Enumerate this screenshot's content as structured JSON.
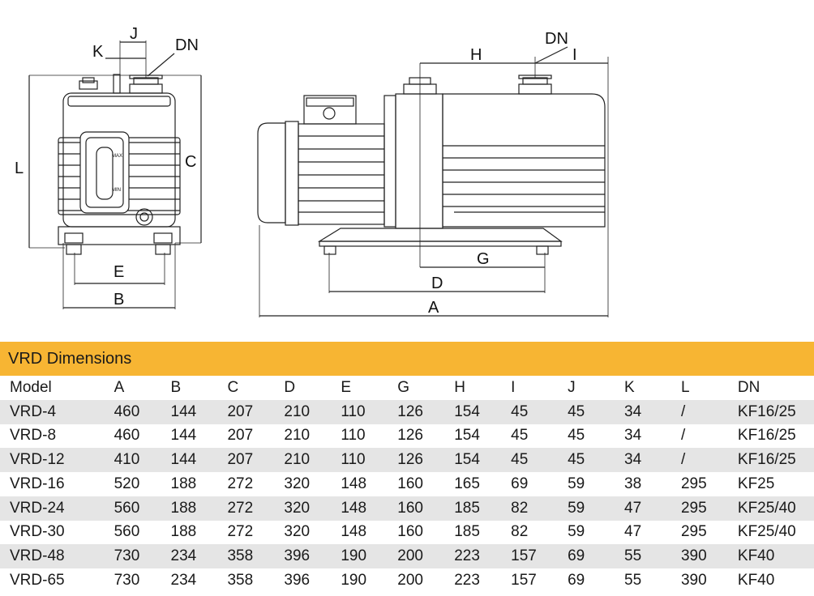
{
  "drawing": {
    "labels": {
      "K": "K",
      "J": "J",
      "DN_left": "DN",
      "L": "L",
      "C": "C",
      "E": "E",
      "B": "B",
      "H": "H",
      "DN_right": "DN",
      "I": "I",
      "G": "G",
      "D": "D",
      "A": "A",
      "MAX": "MAX",
      "MIN": "MIN"
    }
  },
  "table": {
    "title": "VRD Dimensions",
    "columns": [
      "Model",
      "A",
      "B",
      "C",
      "D",
      "E",
      "G",
      "H",
      "I",
      "J",
      "K",
      "L",
      "DN"
    ],
    "rows": [
      [
        "VRD-4",
        "460",
        "144",
        "207",
        "210",
        "110",
        "126",
        "154",
        "45",
        "45",
        "34",
        "/",
        "KF16/25"
      ],
      [
        "VRD-8",
        "460",
        "144",
        "207",
        "210",
        "110",
        "126",
        "154",
        "45",
        "45",
        "34",
        "/",
        "KF16/25"
      ],
      [
        "VRD-12",
        "410",
        "144",
        "207",
        "210",
        "110",
        "126",
        "154",
        "45",
        "45",
        "34",
        "/",
        "KF16/25"
      ],
      [
        "VRD-16",
        "520",
        "188",
        "272",
        "320",
        "148",
        "160",
        "165",
        "69",
        "59",
        "38",
        "295",
        "KF25"
      ],
      [
        "VRD-24",
        "560",
        "188",
        "272",
        "320",
        "148",
        "160",
        "185",
        "82",
        "59",
        "47",
        "295",
        "KF25/40"
      ],
      [
        "VRD-30",
        "560",
        "188",
        "272",
        "320",
        "148",
        "160",
        "185",
        "82",
        "59",
        "47",
        "295",
        "KF25/40"
      ],
      [
        "VRD-48",
        "730",
        "234",
        "358",
        "396",
        "190",
        "200",
        "223",
        "157",
        "69",
        "55",
        "390",
        "KF40"
      ],
      [
        "VRD-65",
        "730",
        "234",
        "358",
        "396",
        "190",
        "200",
        "223",
        "157",
        "69",
        "55",
        "390",
        "KF40"
      ]
    ]
  }
}
